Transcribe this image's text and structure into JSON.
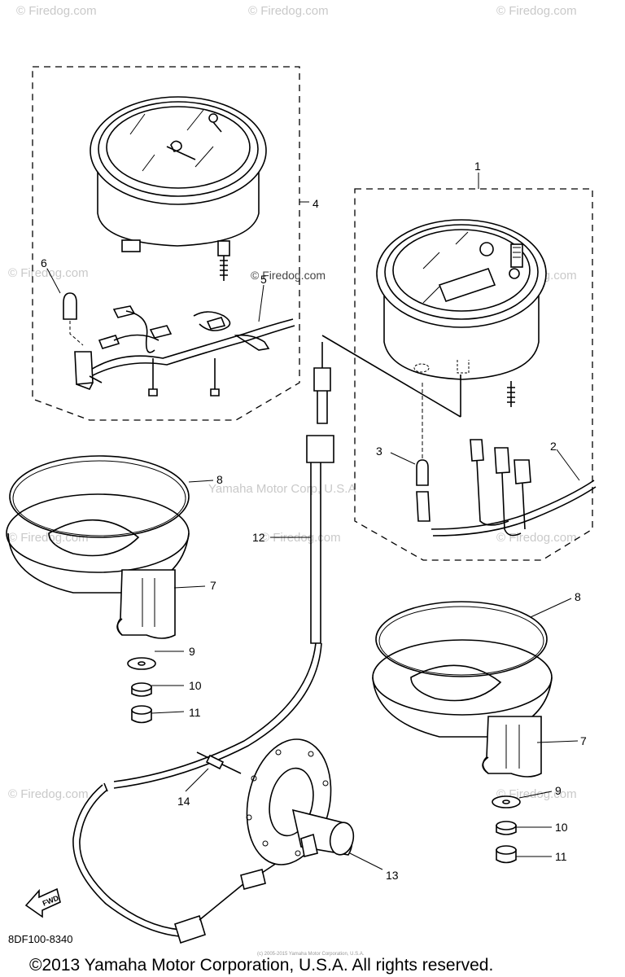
{
  "diagram": {
    "part_numbers": {
      "n1": "1",
      "n2": "2",
      "n3": "3",
      "n4": "4",
      "n5": "5",
      "n6": "6",
      "n7a": "7",
      "n7b": "7",
      "n8a": "8",
      "n8b": "8",
      "n9a": "9",
      "n9b": "9",
      "n10a": "10",
      "n10b": "10",
      "n11a": "11",
      "n11b": "11",
      "n12": "12",
      "n13": "13",
      "n14": "14"
    },
    "watermarks": {
      "firedog": "© Firedog.com",
      "firedog_plain": "Firedog.com",
      "yamaha_corp": "Yamaha Motor Corp, U.S.A",
      "tiny_notice": "(c) 2005-2015 Yamaha Motor Corporation, U.S.A."
    },
    "fwd_label": "FWD",
    "diagram_code": "8DF100-8340",
    "copyright": "©2013 Yamaha Motor Corporation, U.S.A. All rights reserved."
  }
}
